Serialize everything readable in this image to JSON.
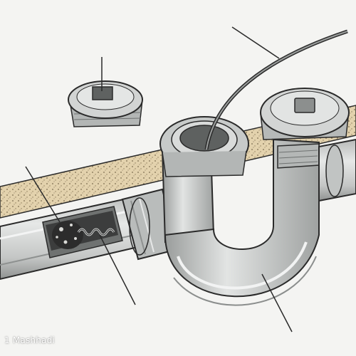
{
  "illustration": {
    "subject": "drain-trap-with-plumbing-snake",
    "parts": [
      {
        "name": "cleanout-plug",
        "icon": "plug-icon"
      },
      {
        "name": "drain-pipe",
        "icon": "pipe-icon"
      },
      {
        "name": "clog",
        "icon": "clog-icon"
      },
      {
        "name": "snake-auger",
        "icon": "auger-icon"
      },
      {
        "name": "p-trap",
        "icon": "trap-icon"
      },
      {
        "name": "drain-inlet",
        "icon": "inlet-icon"
      },
      {
        "name": "right-cap",
        "icon": "cap-icon"
      }
    ]
  },
  "watermark": {
    "text": "1 Mashhadi"
  },
  "colors": {
    "background": "#f4f4f2",
    "pipe_fill": "#c9cbca",
    "pipe_dark": "#8e9190",
    "pipe_light": "#e4e6e5",
    "outline": "#2a2a2a",
    "wall": "#e3d2ad",
    "clog": "#2c2c2c"
  }
}
